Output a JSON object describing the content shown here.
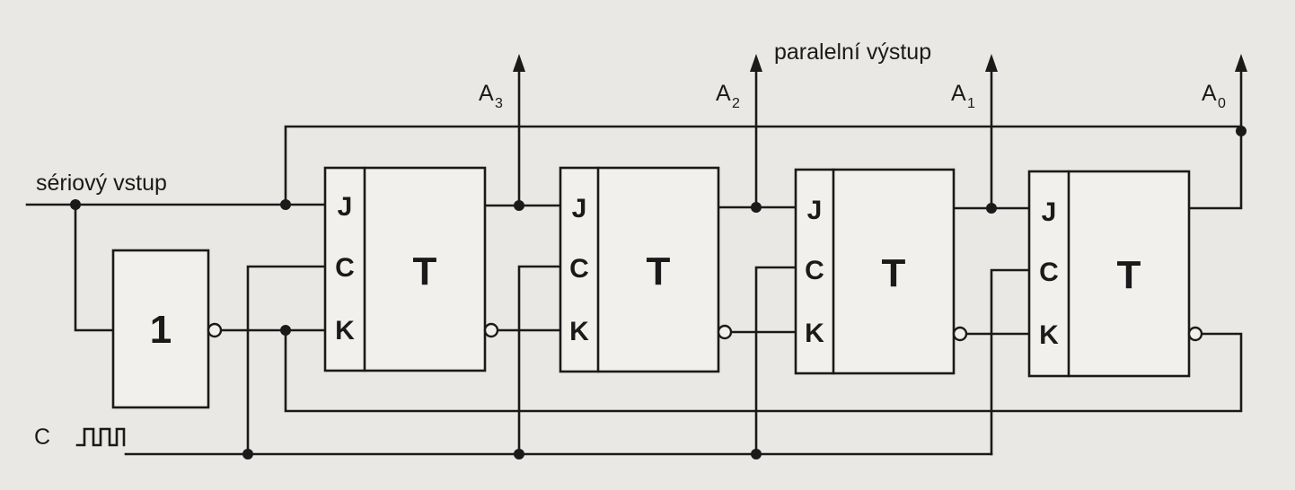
{
  "labels": {
    "serial_input": "sériový vstup",
    "parallel_output": "paralelní výstup",
    "clock": "C"
  },
  "inverter": {
    "label": "1"
  },
  "flipflops": [
    {
      "type": "T",
      "pin_j": "J",
      "pin_c": "C",
      "pin_k": "K",
      "out_main": "A",
      "out_sub": "3"
    },
    {
      "type": "T",
      "pin_j": "J",
      "pin_c": "C",
      "pin_k": "K",
      "out_main": "A",
      "out_sub": "2"
    },
    {
      "type": "T",
      "pin_j": "J",
      "pin_c": "C",
      "pin_k": "K",
      "out_main": "A",
      "out_sub": "1"
    },
    {
      "type": "T",
      "pin_j": "J",
      "pin_c": "C",
      "pin_k": "K",
      "out_main": "A",
      "out_sub": "0"
    }
  ],
  "colors": {
    "ink": "#1a1a1a",
    "paper": "#e9e8e4"
  }
}
